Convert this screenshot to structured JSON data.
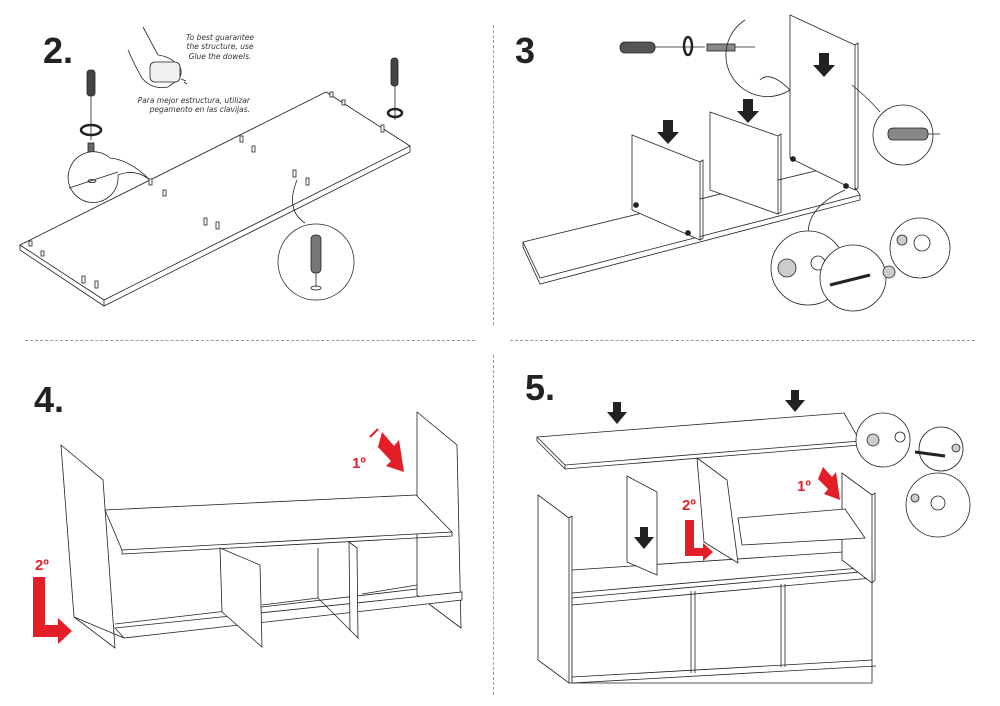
{
  "document": {
    "title": "Furniture assembly instructions",
    "accent_color": "#e41e26",
    "line_color": "#222222"
  },
  "steps": [
    {
      "number": "2.",
      "note_en": [
        "To best guarantee",
        "the structure, use",
        "Glue the dowels."
      ],
      "note_es": [
        "Para mejor estructura, utilizar",
        "pegamento en las clavijas."
      ],
      "icons": [
        "screwdriver-icon",
        "rotate-icon",
        "glue-bottle-icon",
        "dowel-icon"
      ]
    },
    {
      "number": "3",
      "icons": [
        "screwdriver-icon",
        "rotate-icon",
        "down-arrow-icon",
        "cam-lock-icon",
        "dowel-icon"
      ]
    },
    {
      "number": "4.",
      "order_labels": [
        "1º",
        "2º"
      ],
      "icons": [
        "red-arrow-icon"
      ]
    },
    {
      "number": "5.",
      "order_labels": [
        "1º",
        "2º"
      ],
      "icons": [
        "down-arrow-icon",
        "red-arrow-icon",
        "cam-lock-icon"
      ]
    }
  ]
}
